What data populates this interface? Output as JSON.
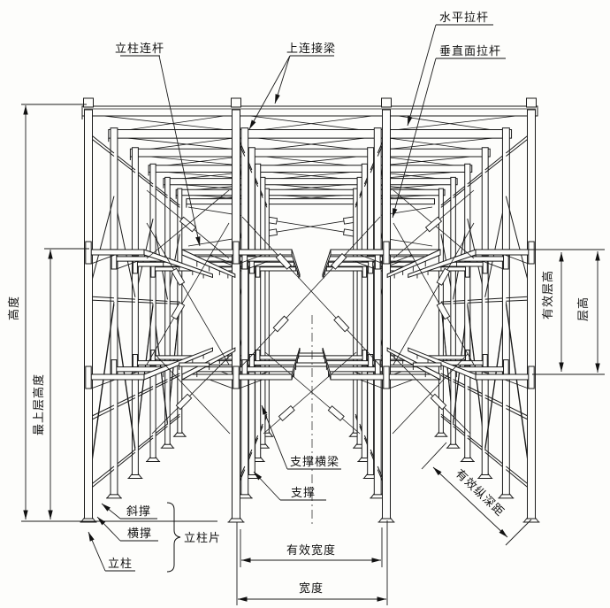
{
  "diagram": {
    "callouts": {
      "column_tie": "立柱连杆",
      "top_beam": "上连接梁",
      "horizontal_tie": "水平拉杆",
      "vertical_plane_tie": "垂直面拉杆",
      "support_beam": "支撑横梁",
      "support": "支撑",
      "diagonal_brace": "斜撑",
      "horizontal_brace": "横撑",
      "column": "立柱",
      "column_frame": "立柱片"
    },
    "dimensions": {
      "height": "高度",
      "top_level_height": "最上层高度",
      "effective_level_height": "有效层高",
      "level_height": "层高",
      "effective_width": "有效宽度",
      "width": "宽度",
      "effective_depth": "有效纵深距"
    }
  }
}
